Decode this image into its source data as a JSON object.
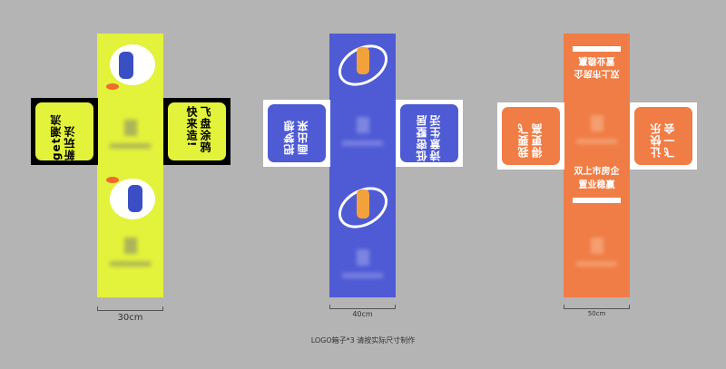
{
  "colors": {
    "background": "#b4b4b4",
    "lime": "#e3f23a",
    "blue": "#4f5bd5",
    "orange": "#f07d45"
  },
  "boxes": [
    {
      "size": "30cm",
      "left_panel": "get潮流新玩法",
      "right_panel": "飞盘涂鸦快来造!"
    },
    {
      "size": "40cm",
      "left_panel": "把梦想画出来",
      "right_panel": "低密墅居诗意生活"
    },
    {
      "size": "50cm",
      "left_panel": "我要飞得更高",
      "right_panel": "让快乐飞一会",
      "headline_1": "双上市房企",
      "headline_2": "置业稳赢"
    }
  ],
  "caption": "LOGO箱子*3 请按实际尺寸制作"
}
